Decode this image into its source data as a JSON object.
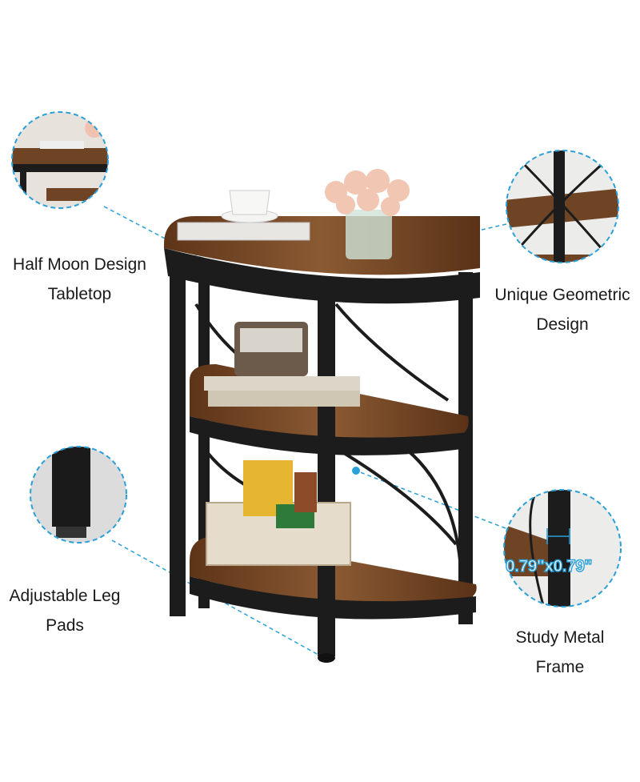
{
  "features": [
    {
      "line1": "Half Moon Design",
      "line2": "Tabletop"
    },
    {
      "line1": "Unique Geometric",
      "line2": "Design"
    },
    {
      "line1": "Adjustable Leg",
      "line2": "Pads"
    },
    {
      "line1": "Study Metal",
      "line2": "Frame"
    }
  ],
  "measurement": "0.79\"x0.79\"",
  "colors": {
    "accent": "#2a9fd8",
    "wood": "#7a4a25",
    "metal": "#1c1c1c"
  }
}
